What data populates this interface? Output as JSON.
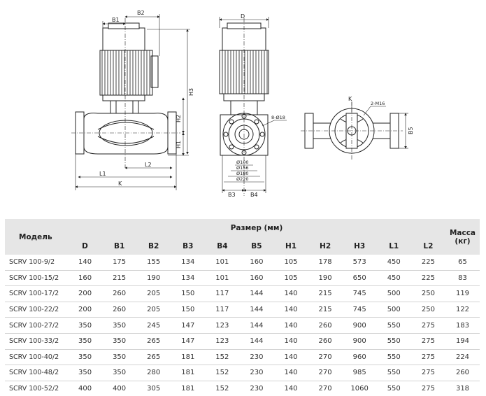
{
  "drawing": {
    "labels": {
      "b1": "B1",
      "b2": "B2",
      "d": "D",
      "h1": "H1",
      "h2": "H2",
      "h3": "H3",
      "l1": "L1",
      "l2": "L2",
      "k": "K",
      "b3": "B3",
      "b4": "B4",
      "b5": "B5",
      "k_top": "K",
      "bolts": "8-Ø18",
      "m16": "2-M16",
      "d100": "Ø100",
      "d156": "Ø156",
      "d180": "Ø180",
      "d220": "Ø220"
    }
  },
  "table": {
    "header_model": "Модель",
    "header_size": "Размер (мм)",
    "header_mass": "Масса (кг)",
    "columns": [
      "D",
      "B1",
      "B2",
      "B3",
      "B4",
      "B5",
      "H1",
      "H2",
      "H3",
      "L1",
      "L2"
    ],
    "rows": [
      {
        "model": "SCRV 100-9/2",
        "values": [
          "140",
          "175",
          "155",
          "134",
          "101",
          "160",
          "105",
          "178",
          "573",
          "450",
          "225"
        ],
        "mass": "65"
      },
      {
        "model": "SCRV 100-15/2",
        "values": [
          "160",
          "215",
          "190",
          "134",
          "101",
          "160",
          "105",
          "190",
          "650",
          "450",
          "225"
        ],
        "mass": "83"
      },
      {
        "model": "SCRV 100-17/2",
        "values": [
          "200",
          "260",
          "205",
          "150",
          "117",
          "144",
          "140",
          "215",
          "745",
          "500",
          "250"
        ],
        "mass": "119"
      },
      {
        "model": "SCRV 100-22/2",
        "values": [
          "200",
          "260",
          "205",
          "150",
          "117",
          "144",
          "140",
          "215",
          "745",
          "500",
          "250"
        ],
        "mass": "122"
      },
      {
        "model": "SCRV 100-27/2",
        "values": [
          "350",
          "350",
          "245",
          "147",
          "123",
          "144",
          "140",
          "260",
          "900",
          "550",
          "275"
        ],
        "mass": "183"
      },
      {
        "model": "SCRV 100-33/2",
        "values": [
          "350",
          "350",
          "265",
          "147",
          "123",
          "144",
          "140",
          "260",
          "900",
          "550",
          "275"
        ],
        "mass": "194"
      },
      {
        "model": "SCRV 100-40/2",
        "values": [
          "350",
          "350",
          "265",
          "181",
          "152",
          "230",
          "140",
          "270",
          "960",
          "550",
          "275"
        ],
        "mass": "224"
      },
      {
        "model": "SCRV 100-48/2",
        "values": [
          "350",
          "350",
          "280",
          "181",
          "152",
          "230",
          "140",
          "270",
          "985",
          "550",
          "275"
        ],
        "mass": "260"
      },
      {
        "model": "SCRV 100-52/2",
        "values": [
          "400",
          "400",
          "305",
          "181",
          "152",
          "230",
          "140",
          "270",
          "1060",
          "550",
          "275"
        ],
        "mass": "318"
      }
    ]
  }
}
